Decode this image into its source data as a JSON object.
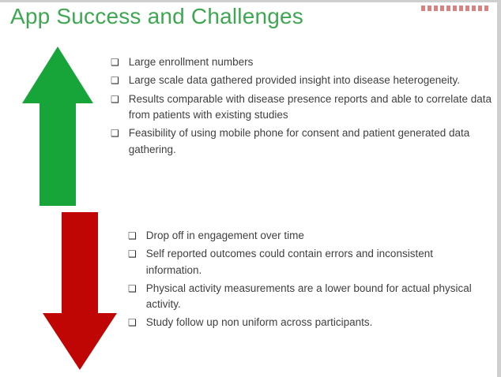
{
  "slide": {
    "title": "App Success and Challenges"
  },
  "colors": {
    "title_green": "#3fa752",
    "arrow_green": "#17a53a",
    "arrow_red": "#c00505",
    "body_text": "#3f3f3f"
  },
  "successes": {
    "bullet": "❑",
    "items": [
      "Large enrollment numbers",
      "Large scale data gathered provided insight into disease heterogeneity.",
      "Results comparable with disease presence reports and able to correlate data from patients with existing studies",
      "Feasibility of using mobile phone for consent and patient generated data gathering."
    ]
  },
  "challenges": {
    "bullet": "❑",
    "items": [
      "Drop off in engagement over time",
      "Self reported outcomes could contain errors and inconsistent information.",
      "Physical activity measurements are a lower bound for actual physical activity.",
      "Study follow up non uniform across participants."
    ]
  }
}
